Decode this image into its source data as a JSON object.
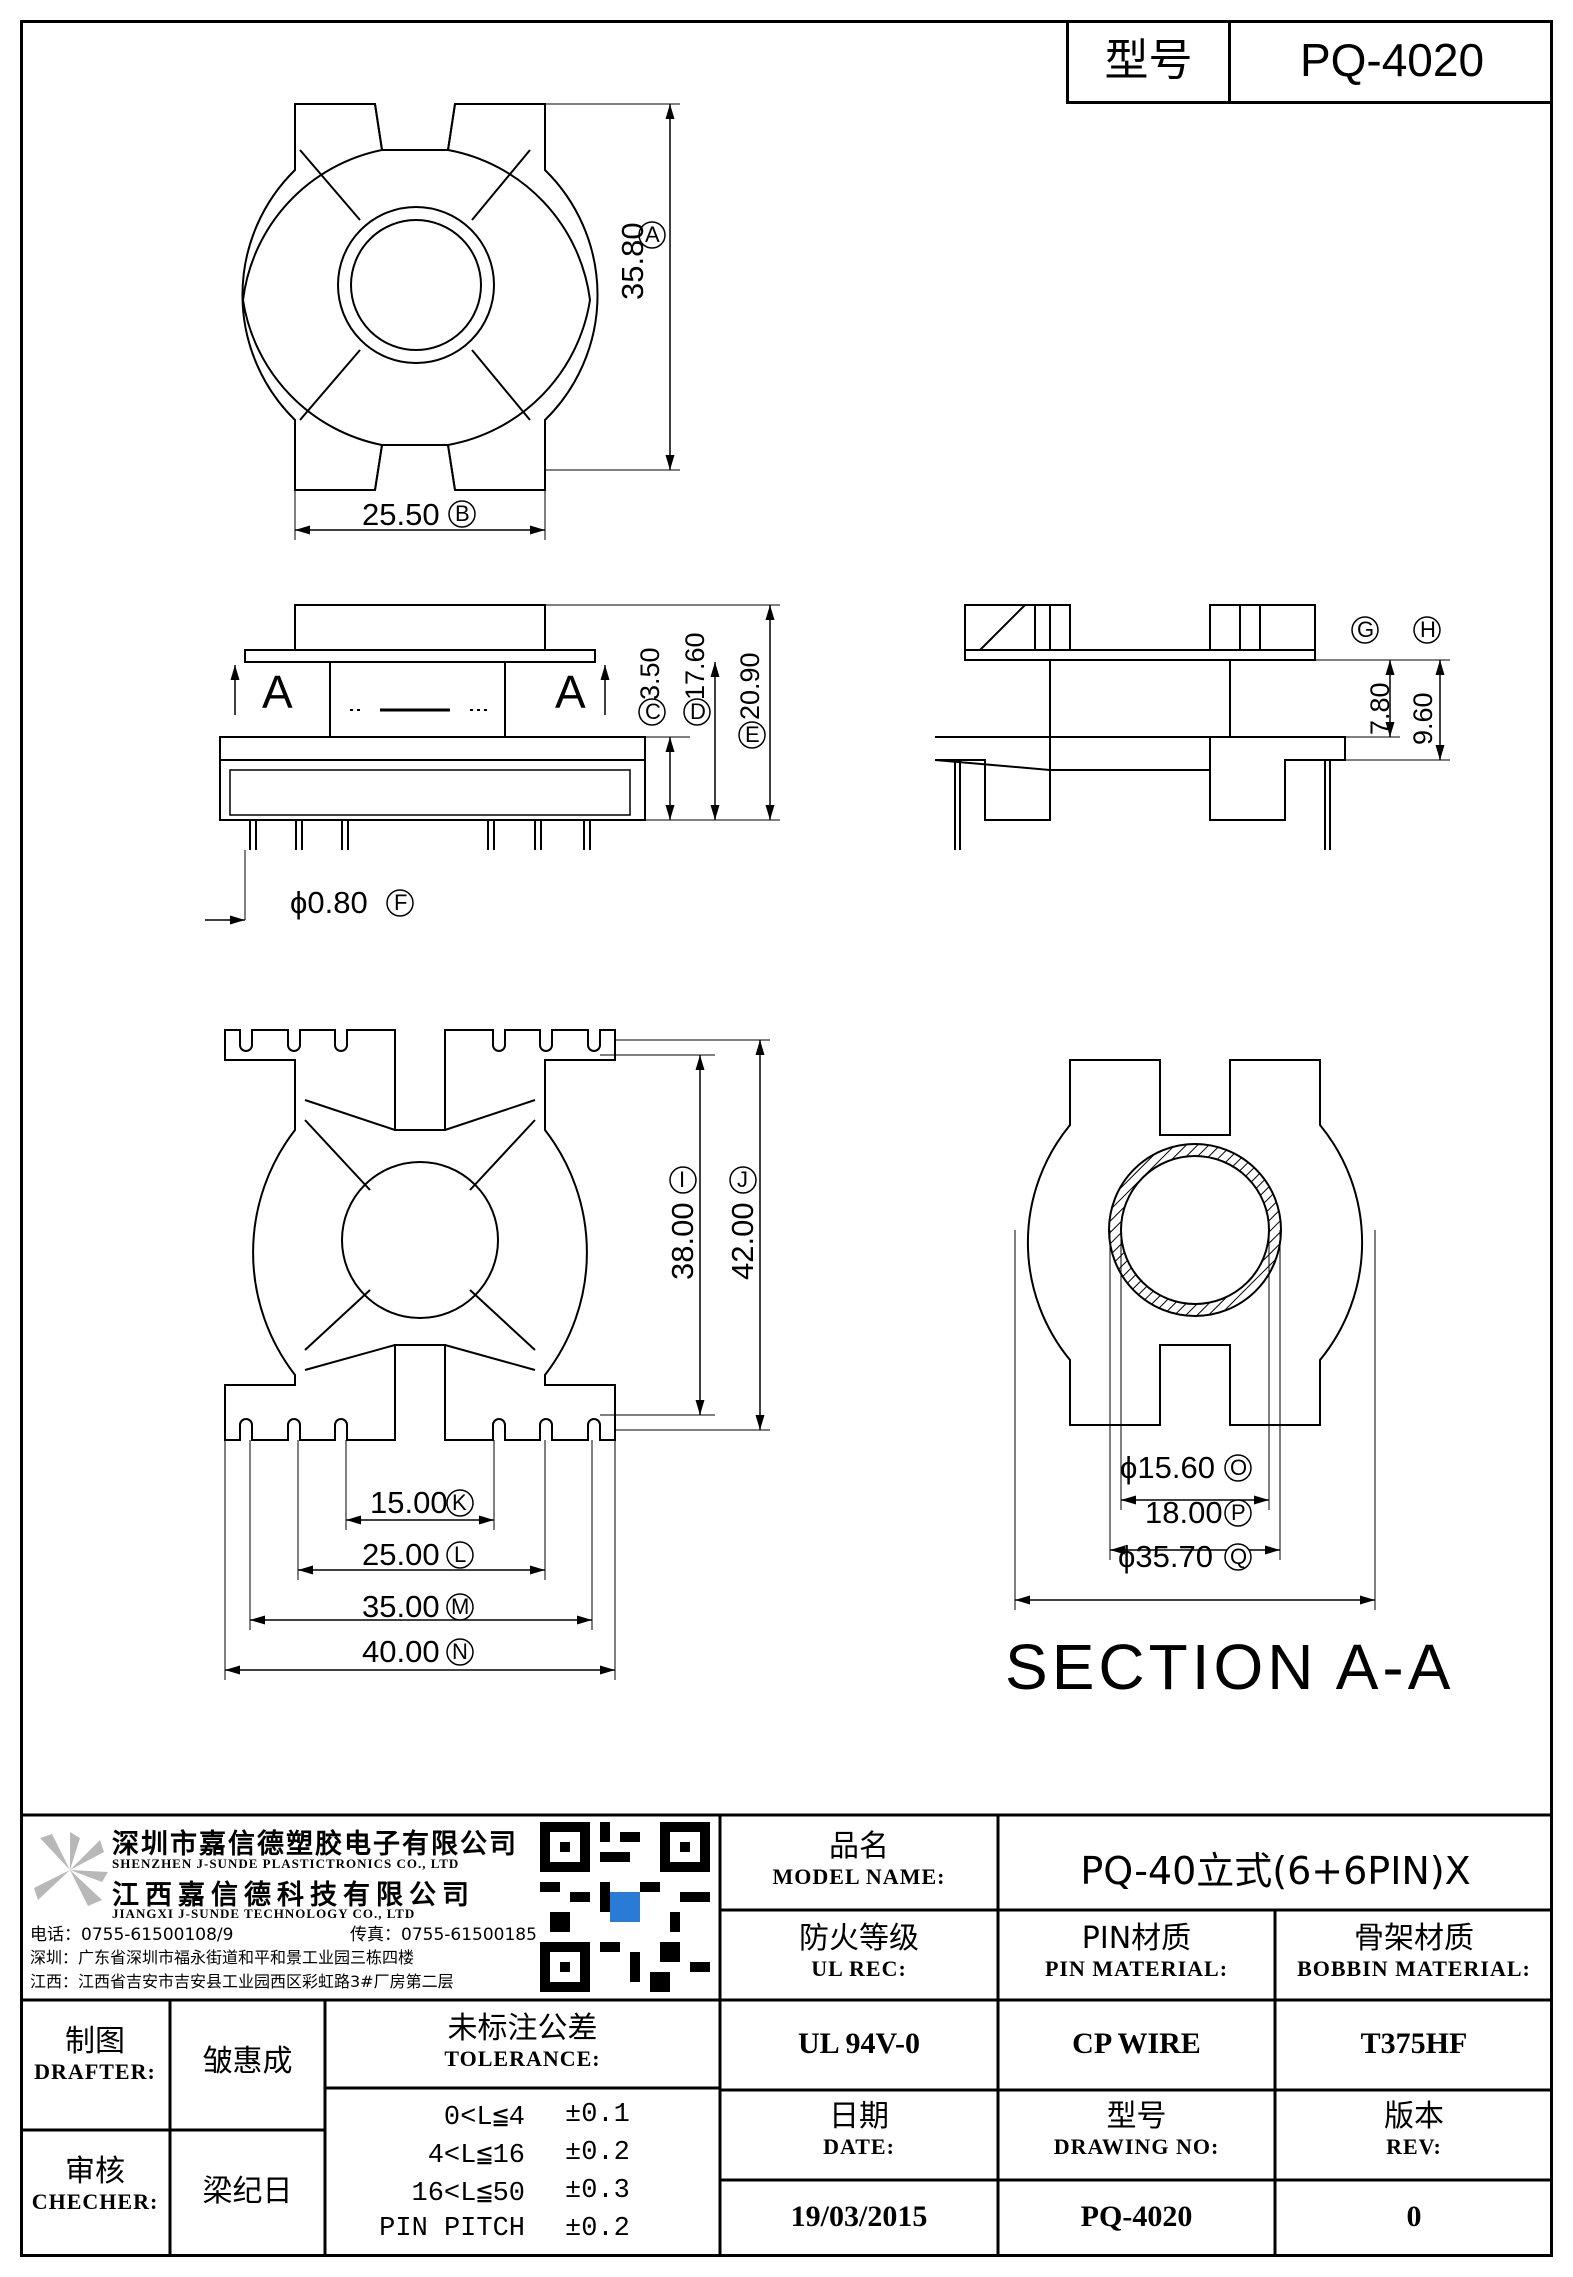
{
  "header": {
    "model_label": "型号",
    "model_value": "PQ-4020"
  },
  "dimensions": {
    "A": "35.80",
    "B": "25.50",
    "C": "3.50",
    "D": "17.60",
    "E": "20.90",
    "F": "ϕ0.80",
    "G_label": "G",
    "H_label": "H",
    "G": "7.80",
    "H": "9.60",
    "I": "38.00",
    "J": "42.00",
    "K": "15.00",
    "L": "25.00",
    "M": "35.00",
    "N": "40.00",
    "O": "ϕ15.60",
    "P": "18.00",
    "Q": "ϕ35.70"
  },
  "markers": {
    "A": "A",
    "B": "B",
    "C": "C",
    "D": "D",
    "E": "E",
    "F": "F",
    "G": "G",
    "H": "H",
    "I": "I",
    "J": "J",
    "K": "K",
    "L": "L",
    "M": "M",
    "N": "N",
    "O": "O",
    "P": "P",
    "Q": "Q"
  },
  "section_labels": {
    "left": "A",
    "right": "A",
    "title": "SECTION A-A"
  },
  "title_block": {
    "company_cn_1": "深圳市嘉信德塑胶电子有限公司",
    "company_en_1": "SHENZHEN J-SUNDE PLASTICTRONICS CO., LTD",
    "company_cn_2": "江西嘉信德科技有限公司",
    "company_en_2": "JIANGXI J-SUNDE TECHNOLOGY CO., LTD",
    "tel": "电话：0755-61500108/9",
    "fax": "传真：0755-61500185",
    "addr_sz": "深圳：广东省深圳市福永街道和平和景工业园三栋四楼",
    "addr_jx": "江西：江西省吉安市吉安县工业园西区彩虹路3#厂房第二层",
    "model_name_cn": "品名",
    "model_name_en": "MODEL NAME:",
    "model_name_value": "PQ-40立式(6+6PIN)X",
    "ul_cn": "防火等级",
    "ul_en": "UL REC:",
    "ul_value": "UL 94V-0",
    "pin_cn": "PIN材质",
    "pin_en": "PIN MATERIAL:",
    "pin_value": "CP WIRE",
    "bobbin_cn": "骨架材质",
    "bobbin_en": "BOBBIN MATERIAL:",
    "bobbin_value": "T375HF",
    "drafter_cn": "制图",
    "drafter_en": "DRAFTER:",
    "drafter_value": "皱惠成",
    "checker_cn": "审核",
    "checker_en": "CHECHER:",
    "checker_value": "梁纪日",
    "tolerance_cn": "未标注公差",
    "tolerance_en": "TOLERANCE:",
    "tolerances": [
      {
        "range": "0<L≦4",
        "value": "±0.1"
      },
      {
        "range": "4<L≦16",
        "value": "±0.2"
      },
      {
        "range": "16<L≦50",
        "value": "±0.3"
      },
      {
        "range": "PIN PITCH",
        "value": "±0.2"
      }
    ],
    "date_cn": "日期",
    "date_en": "DATE:",
    "date_value": "19/03/2015",
    "drawing_no_cn": "型号",
    "drawing_no_en": "DRAWING NO:",
    "drawing_no_value": "PQ-4020",
    "rev_cn": "版本",
    "rev_en": "REV:",
    "rev_value": "0"
  }
}
